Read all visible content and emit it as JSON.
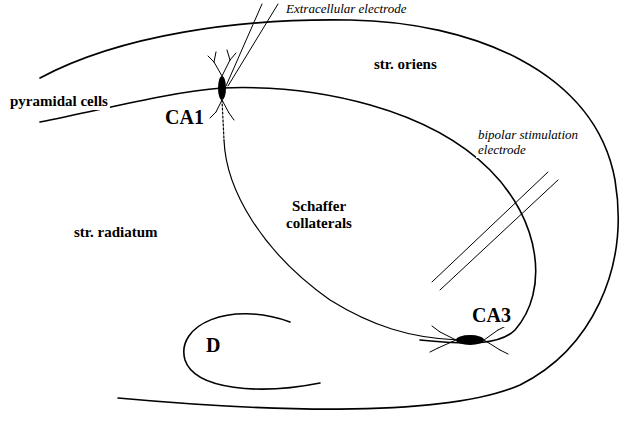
{
  "diagram": {
    "labels": [
      "Extracellular electrode",
      "pyramidal cells",
      "str. oriens",
      "CA1",
      "Schaffer collaterals",
      "bipolar stimulation electrode",
      "str. radiatum",
      "CA3",
      "D"
    ]
  }
}
